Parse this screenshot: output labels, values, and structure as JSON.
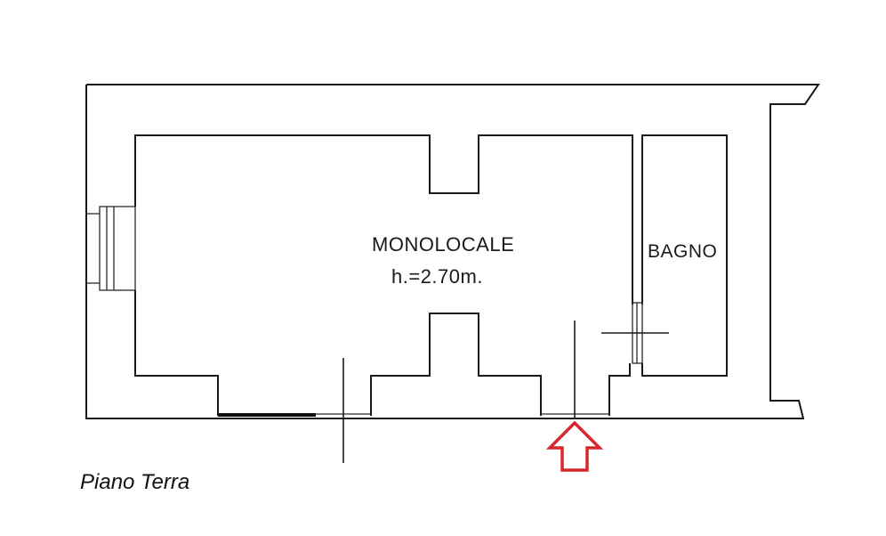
{
  "plan": {
    "floor_label": "Piano Terra",
    "rooms": [
      {
        "name": "MONOLOCALE",
        "height_label": "h.=2.70m."
      },
      {
        "name": "BAGNO"
      }
    ],
    "entrance_marker": {
      "icon": "up-arrow-icon",
      "color": "#d9262c"
    },
    "line_color": "#1a1a1a",
    "background": "#ffffff"
  }
}
